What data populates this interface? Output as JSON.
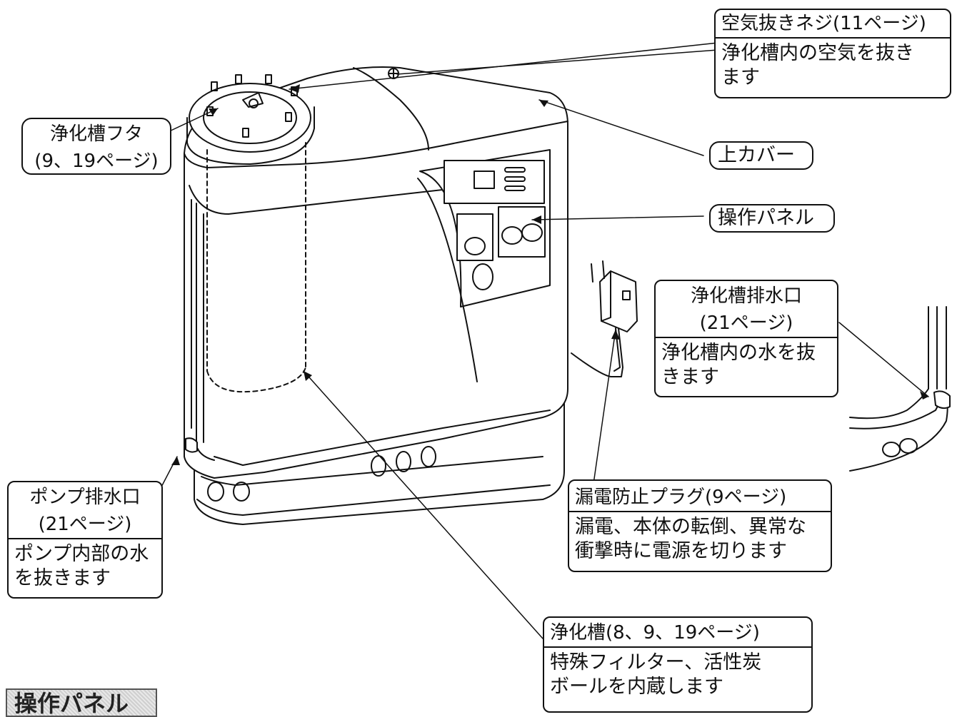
{
  "callouts": {
    "air_vent": {
      "title": "空気抜きネジ(11ページ)",
      "desc_line1": "浄化槽内の空気を抜き",
      "desc_line2": "ます"
    },
    "lid": {
      "title_line1": "浄化槽フタ",
      "title_line2": "(9、19ページ)"
    },
    "top_cover": {
      "title": "上カバー"
    },
    "panel": {
      "title": "操作パネル"
    },
    "tank_drain": {
      "title_line1": "浄化槽排水口",
      "title_line2": "(21ページ)",
      "desc_line1": "浄化槽内の水を抜",
      "desc_line2": "きます"
    },
    "plug": {
      "title": "漏電防止プラグ(9ページ)",
      "desc_line1": "漏電、本体の転倒、異常な",
      "desc_line2": "衝撃時に電源を切ります"
    },
    "pump_drain": {
      "title_line1": "ポンプ排水口",
      "title_line2": "(21ページ)",
      "desc_line1": "ポンプ内部の水",
      "desc_line2": "を抜きます"
    },
    "tank": {
      "title": "浄化槽(8、9、19ページ)",
      "desc_line1": "特殊フィルター、活性炭",
      "desc_line2": "ボールを内蔵します"
    }
  },
  "section_title": "操作パネル"
}
